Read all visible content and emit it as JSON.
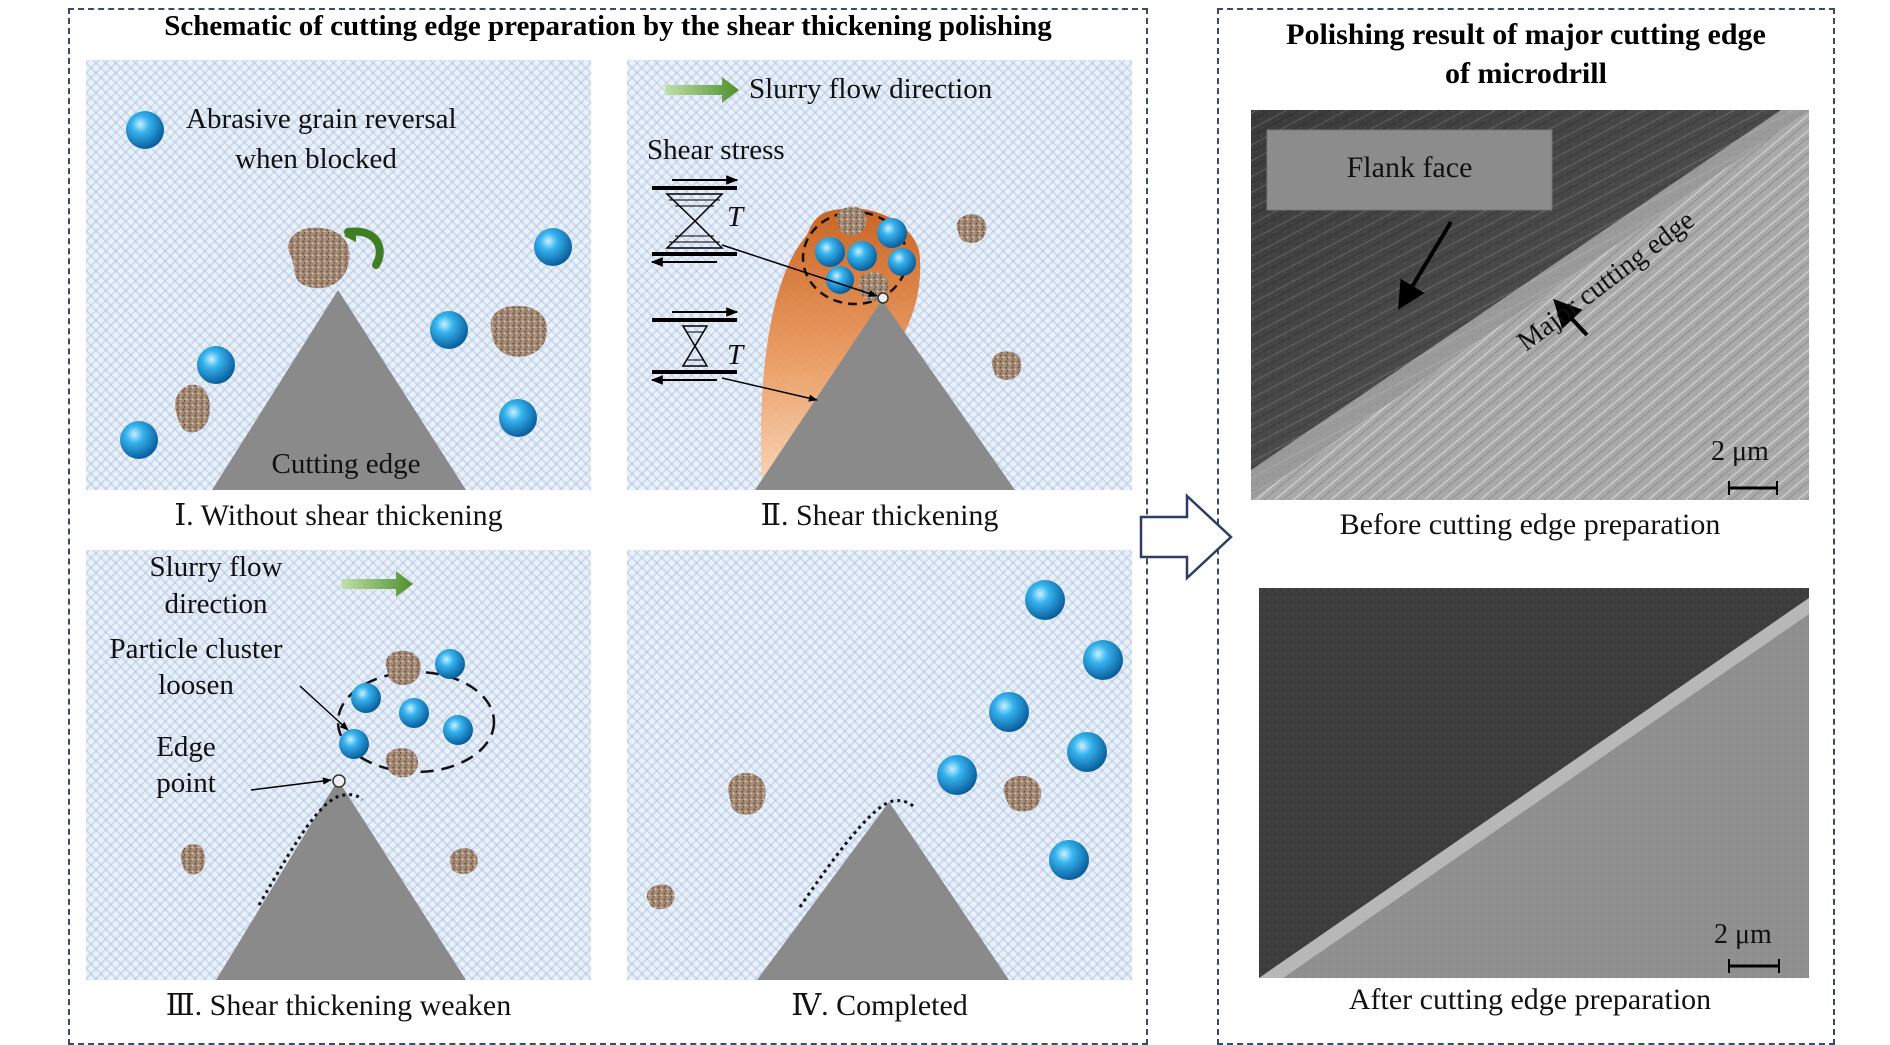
{
  "left_title": "Schematic of cutting edge preparation by the shear thickening polishing",
  "right_title_line1": "Polishing result of major cutting edge",
  "right_title_line2": "of microdrill",
  "panels": {
    "p1": {
      "caption": "Ⅰ. Without shear thickening",
      "legend_line1": "Abrasive grain reversal",
      "legend_line2": "when blocked",
      "edge_label": "Cutting edge"
    },
    "p2": {
      "caption": "Ⅱ. Shear thickening",
      "flow_label": "Slurry flow direction",
      "stress_label": "Shear stress",
      "tau_symbol": "T"
    },
    "p3": {
      "caption": "Ⅲ. Shear thickening weaken",
      "flow_line1": "Slurry flow",
      "flow_line2": "direction",
      "cluster_line1": "Particle cluster",
      "cluster_line2": "loosen",
      "edge_line1": "Edge",
      "edge_line2": "point"
    },
    "p4": {
      "caption": "Ⅳ. Completed"
    }
  },
  "sem_before": {
    "caption": "Before cutting edge preparation",
    "flank_label": "Flank face",
    "edge_label": "Major cutting edge",
    "scale_label": "2 μm"
  },
  "sem_after": {
    "caption": "After cutting edge preparation",
    "scale_label": "2 μm"
  },
  "colors": {
    "border": "#3b4a6b",
    "abrasive_sphere": "#1e90d6",
    "cutting_edge": "#8a8a8a",
    "shear_zone": "#e07a33",
    "arrow_green": "#5a9a35"
  }
}
